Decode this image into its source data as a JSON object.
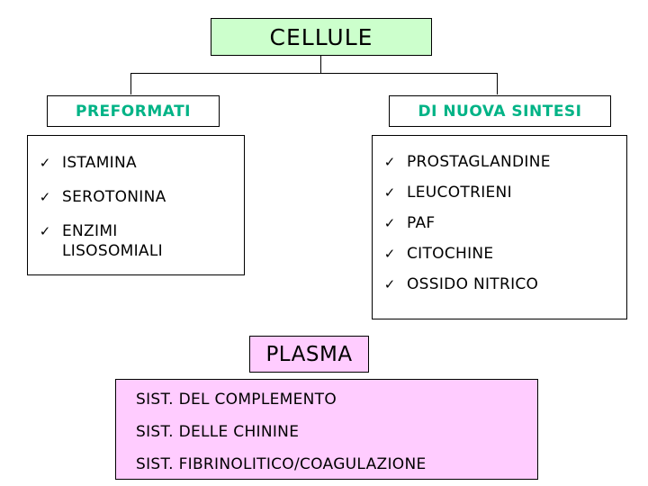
{
  "diagram": {
    "root": {
      "label": "CELLULE",
      "fill": "#ccffcc"
    },
    "columns": [
      {
        "header": "PREFORMATI",
        "header_color": "#00b386",
        "bullet": "✓",
        "items": [
          "ISTAMINA",
          "SEROTONINA",
          "ENZIMI\nLISOSOMIALI"
        ]
      },
      {
        "header": "DI NUOVA SINTESI",
        "header_color": "#00b386",
        "bullet": "✓",
        "items": [
          "PROSTAGLANDINE",
          "LEUCOTRIENI",
          "PAF",
          "CITOCHINE",
          "OSSIDO NITRICO"
        ]
      }
    ],
    "plasma": {
      "label": "PLASMA",
      "fill": "#ffccff",
      "items": [
        "SIST. DEL COMPLEMENTO",
        "SIST. DELLE CHININE",
        "SIST. FIBRINOLITICO/COAGULAZIONE"
      ]
    }
  }
}
